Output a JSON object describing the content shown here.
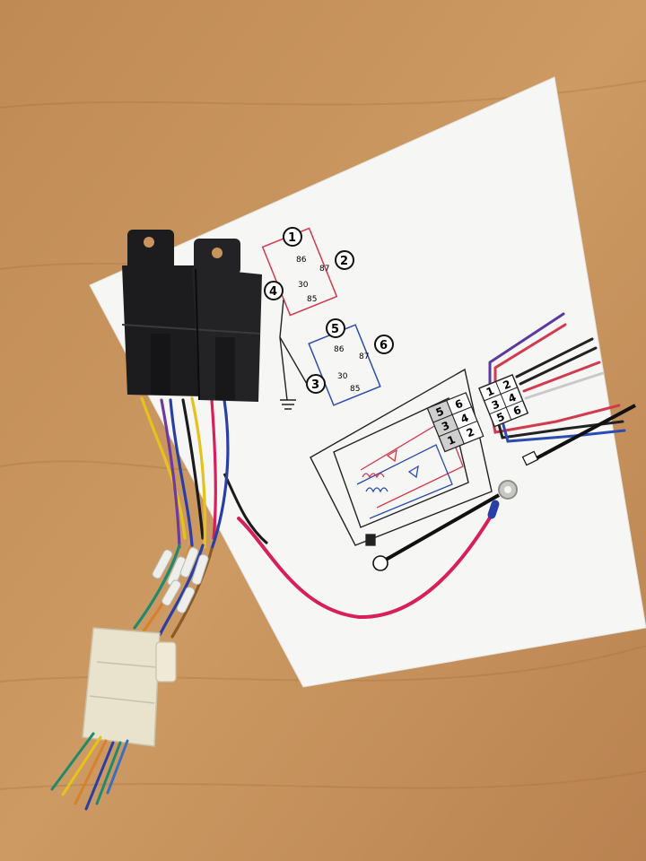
{
  "scene": {
    "relay_1": {
      "pins": {
        "p1": "1",
        "p2": "2",
        "p4": "4"
      },
      "terminals": {
        "t86": "86",
        "t87": "87",
        "t30": "30",
        "t85": "85"
      }
    },
    "relay_2": {
      "pins": {
        "p5": "5",
        "p6": "6",
        "p3": "3"
      },
      "terminals": {
        "t86": "86",
        "t87": "87",
        "t30": "30",
        "t85": "85"
      }
    },
    "connector_grid": {
      "r1": [
        "5",
        "6"
      ],
      "r2": [
        "3",
        "4"
      ],
      "r3": [
        "1",
        "2"
      ]
    },
    "side_grid": {
      "r1": [
        "1",
        "2"
      ],
      "r2": [
        "3",
        "4"
      ],
      "r3": [
        "5",
        "6"
      ]
    },
    "colors": {
      "table": "#c8935c",
      "paper": "#f6f6f4",
      "relay_body": "#1c1c1e",
      "wire_red": "#d81f5e",
      "wire_blue": "#2a3fa6",
      "wire_yellow": "#e6c21e",
      "wire_purple": "#6d3aa0",
      "connector": "#e9e2cc"
    }
  }
}
